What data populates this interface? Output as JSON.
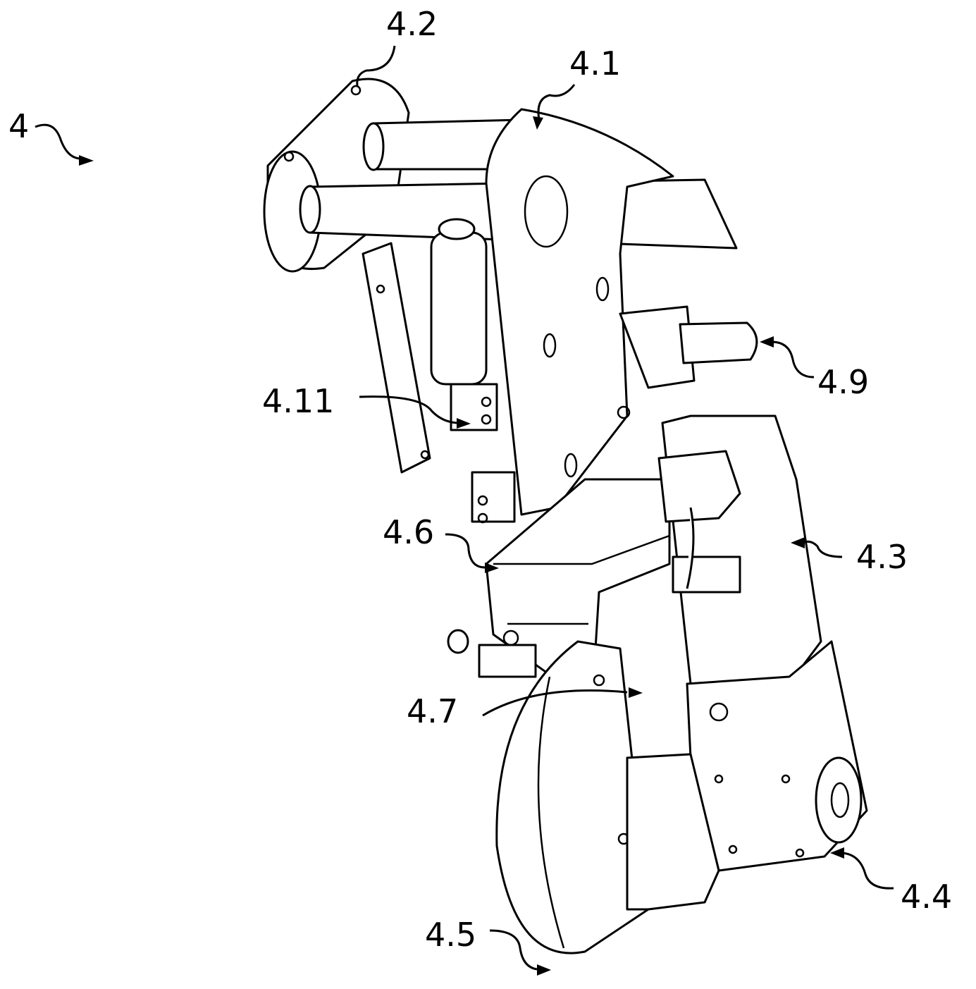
{
  "figure": {
    "labels": {
      "assembly": "4",
      "l41": "4.1",
      "l42": "4.2",
      "l43": "4.3",
      "l44": "4.4",
      "l45": "4.5",
      "l46": "4.6",
      "l47": "4.7",
      "l49": "4.9",
      "l411": "4.11"
    }
  }
}
